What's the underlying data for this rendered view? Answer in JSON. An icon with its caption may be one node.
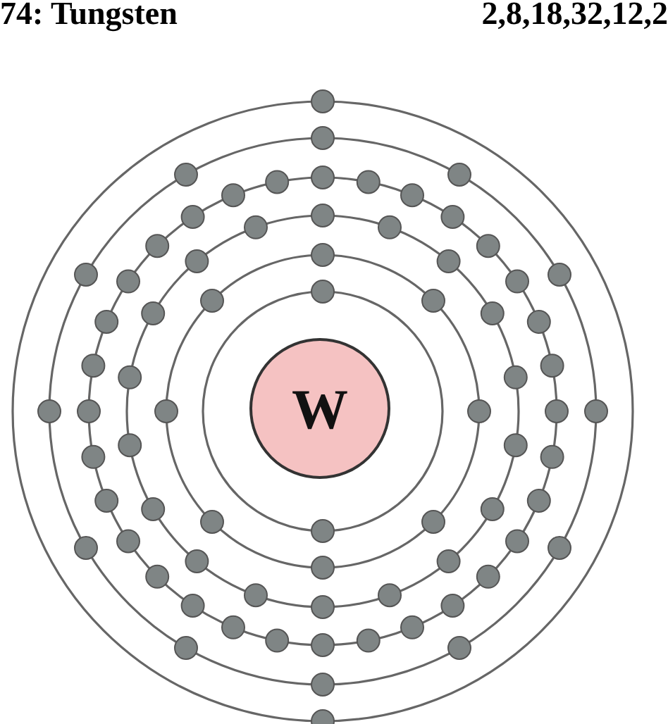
{
  "diagram": {
    "title": "74: Tungsten",
    "nodes": [
      {
        "text": [
          "W"
        ]
      }
    ],
    "labels": [
      "2,8,18,32,12,2"
    ]
  }
}
